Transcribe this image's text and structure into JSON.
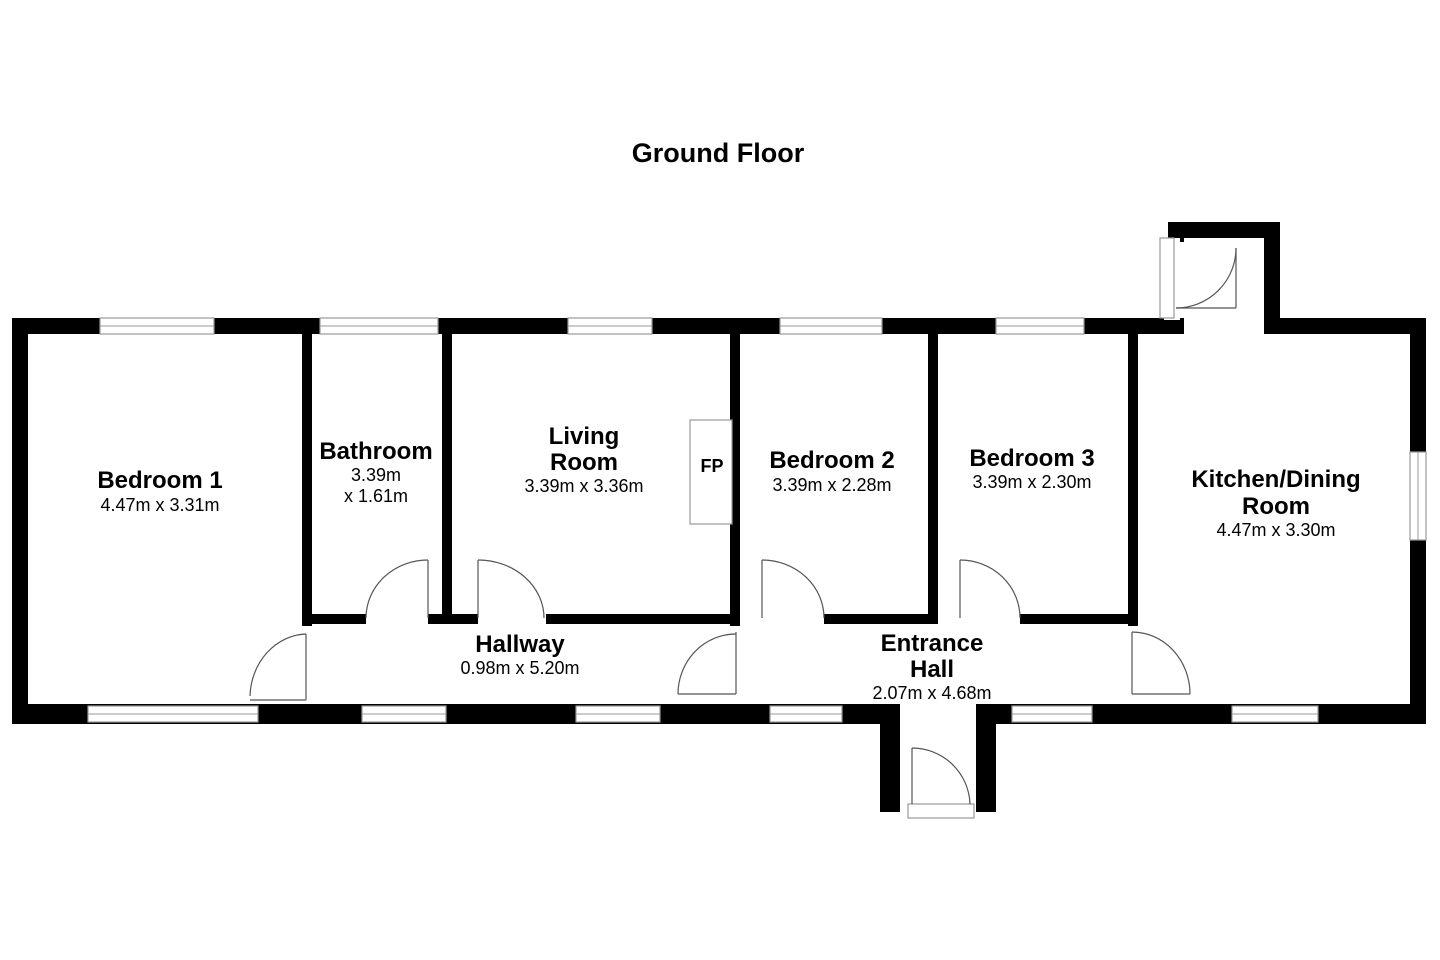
{
  "plan": {
    "title": "Ground Floor",
    "fireplace_label": "FP"
  },
  "rooms": {
    "bedroom1": {
      "name": "Bedroom 1",
      "size": "4.47m x 3.31m"
    },
    "bathroom": {
      "name": "Bathroom",
      "size_line1": "3.39m",
      "size_line2": "x 1.61m"
    },
    "living": {
      "name_line1": "Living",
      "name_line2": "Room",
      "size": "3.39m x 3.36m"
    },
    "bedroom2": {
      "name": "Bedroom 2",
      "size": "3.39m x 2.28m"
    },
    "bedroom3": {
      "name": "Bedroom 3",
      "size": "3.39m x 2.30m"
    },
    "kitchen": {
      "name_line1": "Kitchen/Dining",
      "name_line2": "Room",
      "size": "4.47m x 3.30m"
    },
    "hallway": {
      "name": "Hallway",
      "size": "0.98m x 5.20m"
    },
    "entrance": {
      "name_line1": "Entrance",
      "name_line2": "Hall",
      "size": "2.07m x 4.68m"
    }
  }
}
